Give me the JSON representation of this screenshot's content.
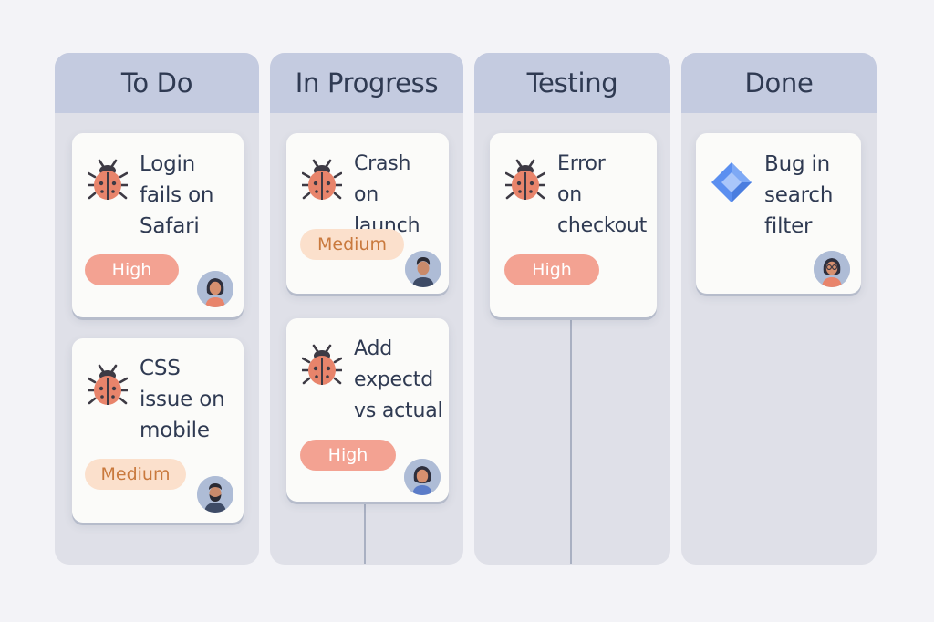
{
  "board": {
    "columns": [
      {
        "title": "To Do",
        "cards": [
          {
            "title": "Login\nfails on\nSafari",
            "icon": "bug-icon",
            "priority": "High",
            "priority_level": "high",
            "assignee": "female-avatar"
          },
          {
            "title": "CSS\nissue on\nmobile",
            "icon": "bug-icon",
            "priority": "Medium",
            "priority_level": "medium",
            "assignee": "bearded-male-avatar"
          }
        ]
      },
      {
        "title": "In Progress",
        "cards": [
          {
            "title": "Crash\non launch",
            "icon": "bug-icon",
            "priority": "Medium",
            "priority_level": "medium",
            "assignee": "male-avatar"
          },
          {
            "title": "Add\nexpectd\nvs actual",
            "icon": "bug-icon",
            "priority": "High",
            "priority_level": "high",
            "assignee": "female-avatar"
          }
        ]
      },
      {
        "title": "Testing",
        "cards": [
          {
            "title": "Error\non\ncheckout",
            "icon": "bug-icon",
            "priority": "High",
            "priority_level": "high",
            "assignee": ""
          }
        ]
      },
      {
        "title": "Done",
        "cards": [
          {
            "title": "Bug in\nsearch\nfilter",
            "icon": "diamond-icon",
            "priority": "",
            "priority_level": "",
            "assignee": "female-glasses-avatar"
          }
        ]
      }
    ]
  },
  "colors": {
    "column_bg": "#dfe0e8",
    "header_bg": "#c4cbe0",
    "high": "#f3a292",
    "medium_bg": "#fbe0cc",
    "medium_text": "#c9793d",
    "bug": "#e8846b",
    "diamond": "#5b8ff0"
  }
}
